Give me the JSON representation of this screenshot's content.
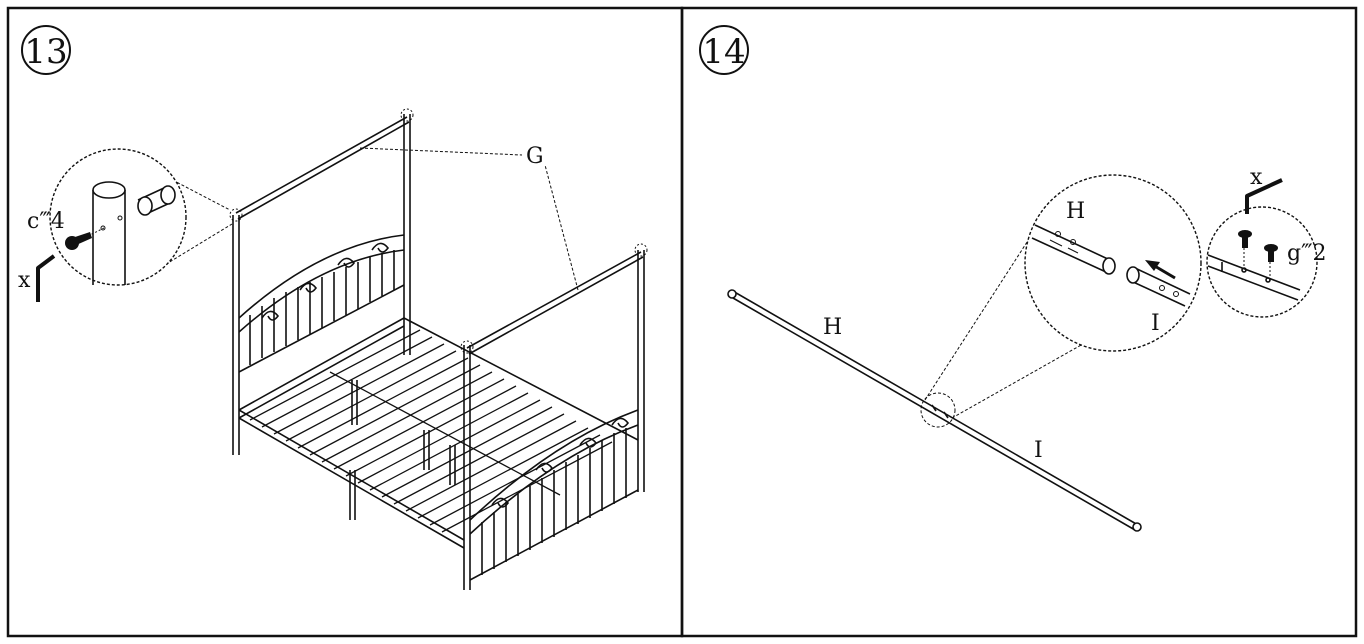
{
  "steps": [
    {
      "number": "13",
      "labels": {
        "part_g": "G",
        "screw_qty": "c‴4",
        "tool": "x"
      }
    },
    {
      "number": "14",
      "labels": {
        "tool": "x",
        "screw_qty": "g‴2",
        "detail_h": "H",
        "detail_i": "I",
        "rod_h": "H",
        "rod_i": "I"
      }
    }
  ]
}
